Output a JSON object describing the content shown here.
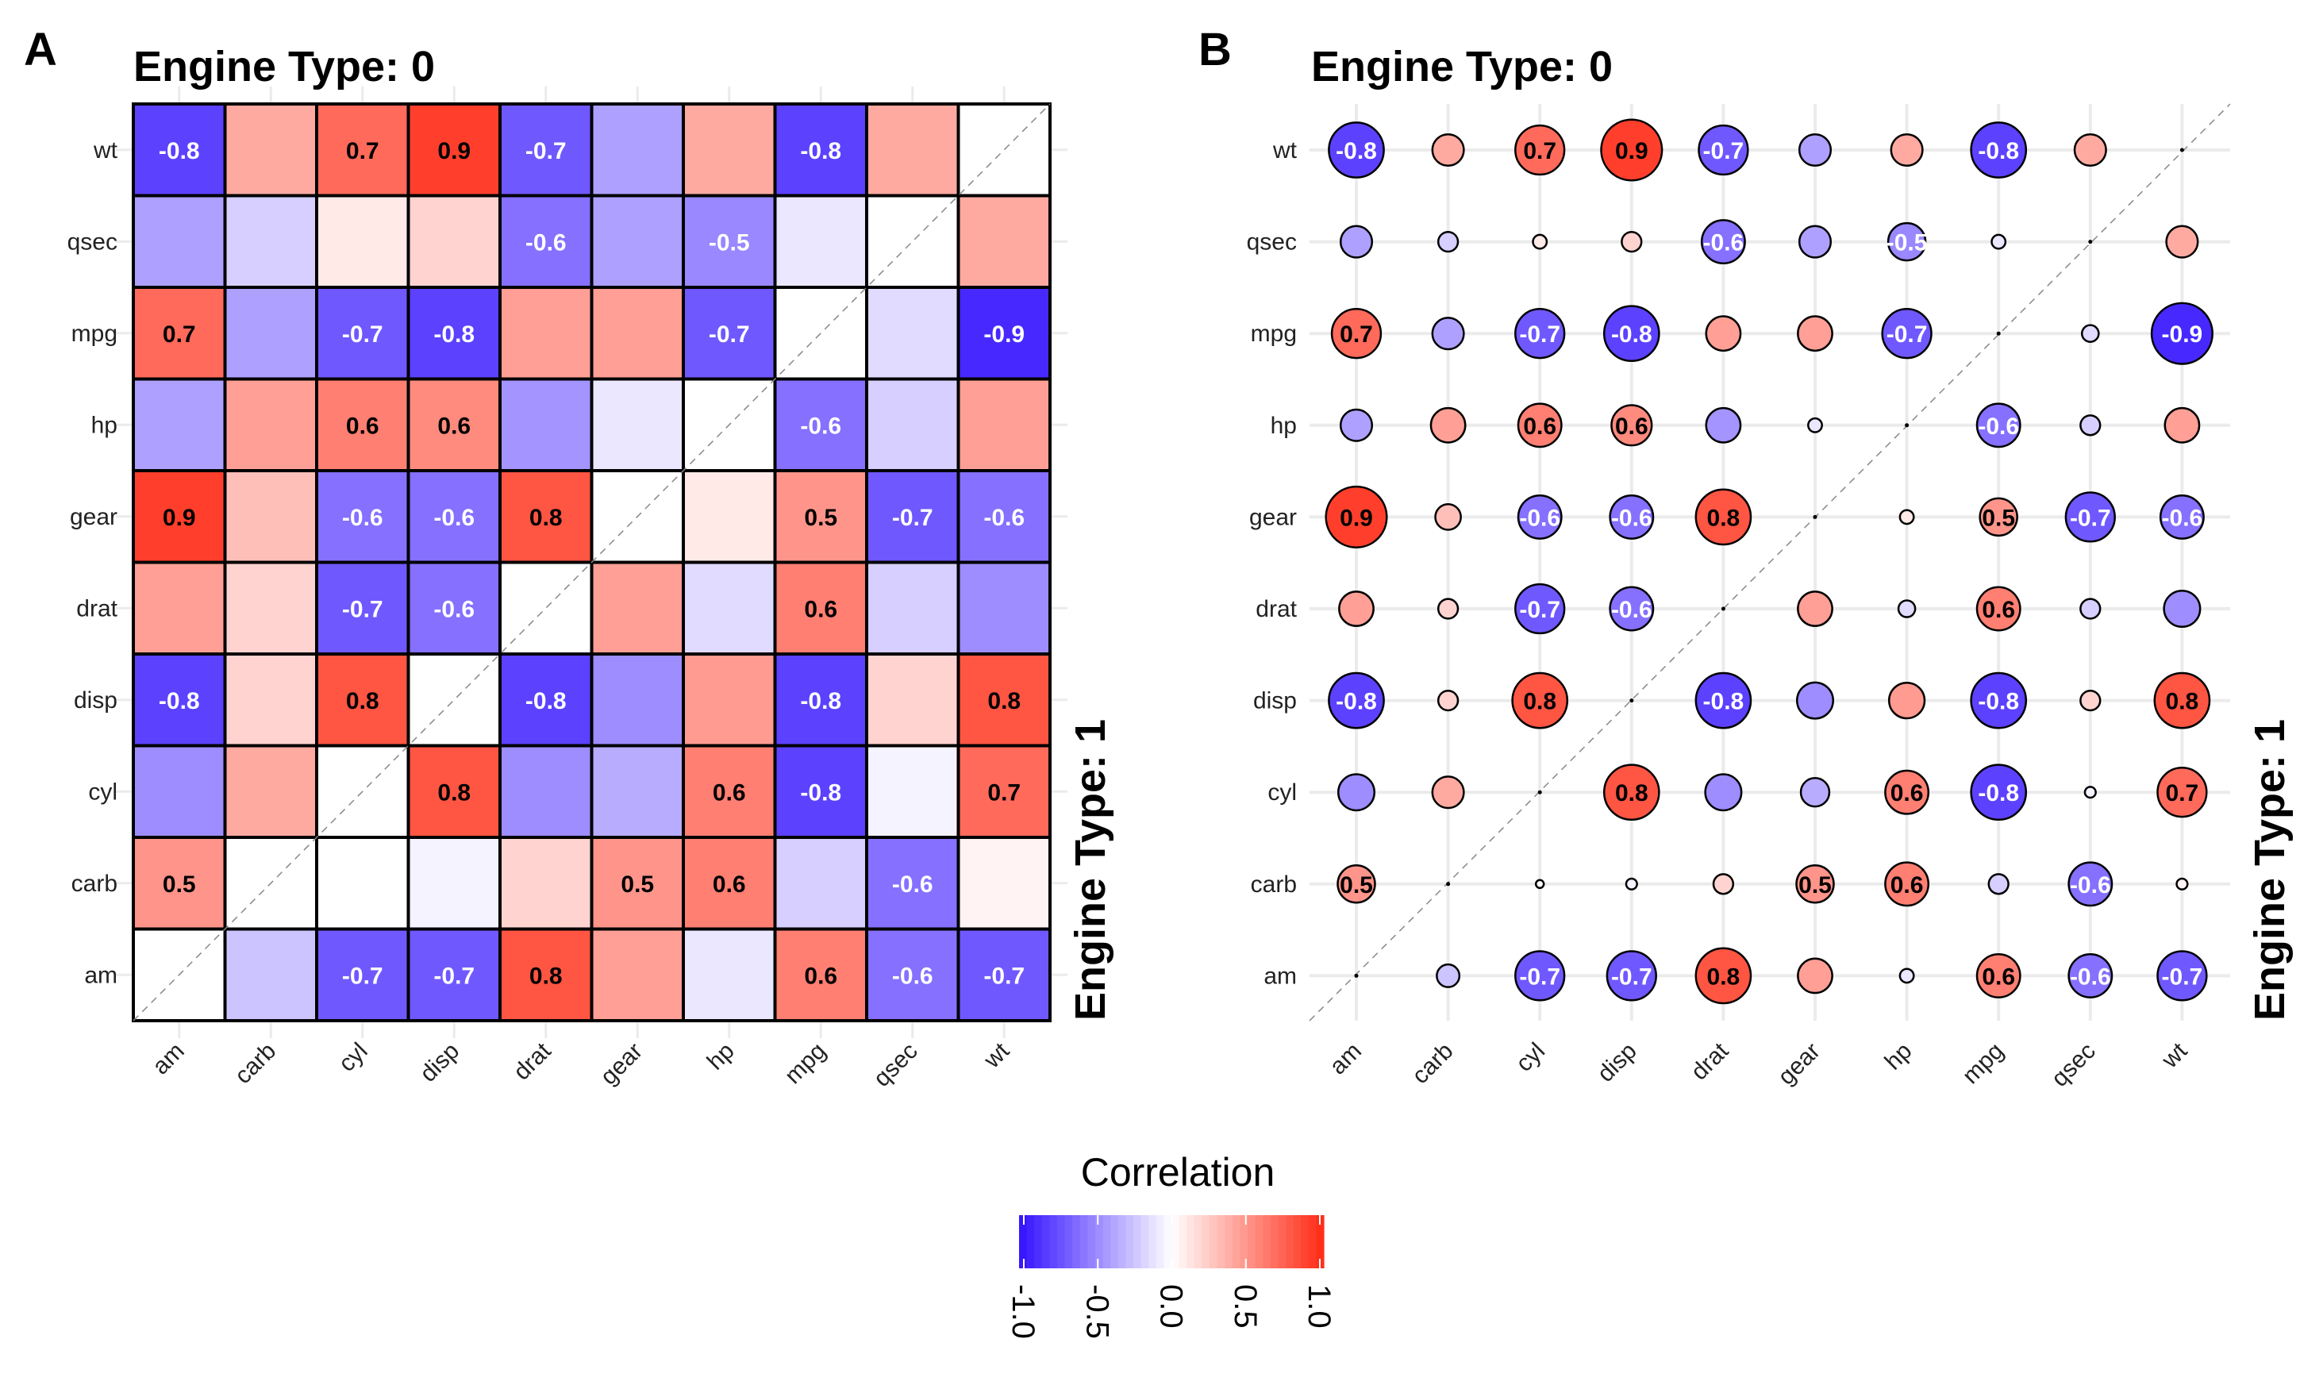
{
  "chart_data": [
    {
      "type": "heatmap",
      "panel_tag": "A",
      "title": "Engine Type: 0",
      "facet_label": "Engine Type: 1",
      "columns": [
        "am",
        "carb",
        "cyl",
        "disp",
        "drat",
        "gear",
        "hp",
        "mpg",
        "qsec",
        "wt"
      ],
      "rows": [
        "wt",
        "qsec",
        "mpg",
        "hp",
        "gear",
        "drat",
        "disp",
        "cyl",
        "carb",
        "am"
      ]
    },
    {
      "type": "scatter",
      "panel_tag": "B",
      "title": "Engine Type: 0",
      "facet_label": "Engine Type: 1",
      "columns": [
        "am",
        "carb",
        "cyl",
        "disp",
        "drat",
        "gear",
        "hp",
        "mpg",
        "qsec",
        "wt"
      ],
      "rows": [
        "wt",
        "qsec",
        "mpg",
        "hp",
        "gear",
        "drat",
        "disp",
        "cyl",
        "carb",
        "am"
      ]
    }
  ],
  "matrix": {
    "values": [
      [
        -0.8,
        0.4,
        0.7,
        0.9,
        -0.7,
        -0.4,
        0.4,
        -0.8,
        0.4,
        null
      ],
      [
        -0.4,
        -0.2,
        0.1,
        0.2,
        -0.6,
        -0.4,
        -0.5,
        -0.1,
        null,
        0.4
      ],
      [
        0.7,
        -0.4,
        -0.7,
        -0.8,
        0.45,
        0.45,
        -0.7,
        null,
        -0.15,
        -0.9
      ],
      [
        -0.4,
        0.45,
        0.6,
        0.55,
        -0.45,
        -0.1,
        null,
        -0.6,
        -0.2,
        0.45
      ],
      [
        0.9,
        0.3,
        -0.6,
        -0.6,
        0.8,
        null,
        0.1,
        0.5,
        -0.7,
        -0.6
      ],
      [
        0.45,
        0.2,
        -0.7,
        -0.6,
        null,
        0.45,
        -0.15,
        0.6,
        -0.2,
        -0.48
      ],
      [
        -0.8,
        0.2,
        0.8,
        null,
        -0.8,
        -0.48,
        0.47,
        -0.8,
        0.2,
        0.8
      ],
      [
        -0.48,
        0.4,
        null,
        0.8,
        -0.48,
        -0.35,
        0.6,
        -0.8,
        -0.05,
        0.7
      ],
      [
        0.5,
        null,
        0.0,
        -0.05,
        0.2,
        0.5,
        0.6,
        -0.2,
        -0.6,
        0.05
      ],
      [
        null,
        -0.25,
        -0.7,
        -0.7,
        0.8,
        0.45,
        -0.1,
        0.6,
        -0.6,
        -0.7
      ]
    ],
    "labels": [
      [
        "-0.8",
        "",
        "0.7",
        "0.9",
        "-0.7",
        "",
        "",
        "-0.8",
        "",
        ""
      ],
      [
        "",
        "",
        "",
        "",
        "-0.6",
        "",
        "-0.5",
        "",
        "",
        ""
      ],
      [
        "0.7",
        "",
        "-0.7",
        "-0.8",
        "",
        "",
        "-0.7",
        "",
        "",
        "-0.9"
      ],
      [
        "",
        "",
        "0.6",
        "0.6",
        "",
        "",
        "",
        "-0.6",
        "",
        ""
      ],
      [
        "0.9",
        "",
        "-0.6",
        "-0.6",
        "0.8",
        "",
        "",
        "0.5",
        "-0.7",
        "-0.6"
      ],
      [
        "",
        "",
        "-0.7",
        "-0.6",
        "",
        "",
        "",
        "0.6",
        "",
        ""
      ],
      [
        "-0.8",
        "",
        "0.8",
        "",
        "-0.8",
        "",
        "",
        "-0.8",
        "",
        "0.8"
      ],
      [
        "",
        "",
        "",
        "0.8",
        "",
        "",
        "0.6",
        "-0.8",
        "",
        "0.7"
      ],
      [
        "0.5",
        "",
        "",
        "",
        "",
        "0.5",
        "0.6",
        "",
        "-0.6",
        ""
      ],
      [
        "",
        "",
        "-0.7",
        "-0.7",
        "0.8",
        "",
        "",
        "0.6",
        "-0.6",
        "-0.7"
      ]
    ]
  },
  "legend": {
    "title": "Correlation",
    "ticks": [
      "-1.0",
      "-0.5",
      "0.0",
      "0.5",
      "1.0"
    ],
    "range": [
      -1,
      1
    ],
    "colors": {
      "low": "#3311ff",
      "mid": "#ffffff",
      "high": "#ff2a14"
    }
  }
}
